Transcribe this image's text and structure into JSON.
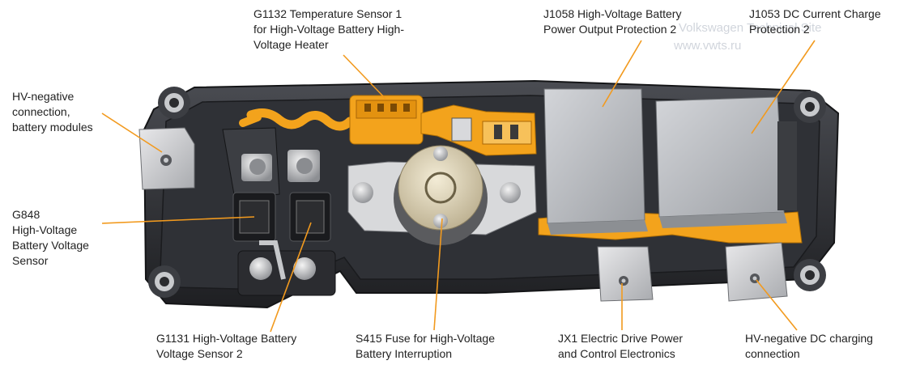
{
  "labels": {
    "g1132": "G1132 Temperature Sensor 1\nfor High-Voltage Battery High-\nVoltage Heater",
    "j1058": "J1058 High-Voltage Battery\nPower Output Protection 2",
    "j1053": "J1053 DC Current Charge\nProtection 2",
    "hv_neg_modules": "HV-negative\nconnection,\nbattery modules",
    "g848": "G848\nHigh-Voltage\nBattery Voltage\nSensor",
    "g1131": "G1131 High-Voltage Battery\nVoltage Sensor 2",
    "s415": "S415 Fuse for High-Voltage\nBattery Interruption",
    "jx1": "JX1 Electric Drive Power\nand Control Electronics",
    "hv_neg_dc": "HV-negative DC charging\nconnection"
  },
  "watermark": {
    "line1": "Volkswagen Technical Site",
    "line2": "www.vwts.ru"
  },
  "colors": {
    "leader": "#f29a1e",
    "housing": "#2b2d31",
    "orange_circuit": "#f3a31c",
    "relay_gray": "#b9bcc1"
  }
}
